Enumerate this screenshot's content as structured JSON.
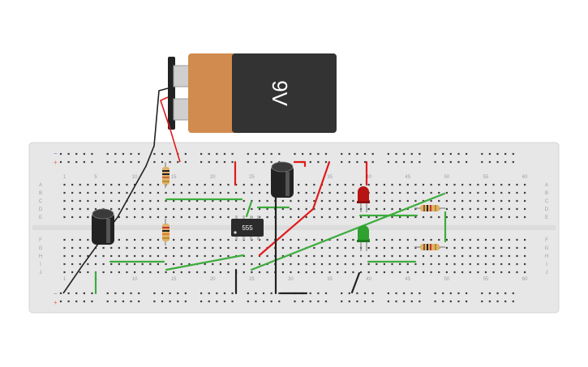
{
  "battery": {
    "label": "9V"
  },
  "chip": {
    "label": "555"
  },
  "breadboard": {
    "col_numbers": [
      "1",
      "5",
      "10",
      "15",
      "20",
      "25",
      "30",
      "35",
      "40",
      "45",
      "50",
      "55",
      "60"
    ],
    "col_number_positions": [
      1,
      5,
      10,
      15,
      20,
      25,
      30,
      35,
      40,
      45,
      50,
      55,
      60
    ],
    "rows_top": [
      "A",
      "B",
      "C",
      "D",
      "E"
    ],
    "rows_bottom": [
      "F",
      "G",
      "H",
      "I",
      "J"
    ],
    "rail_minus": "−",
    "rail_plus": "+"
  },
  "colors": {
    "board": "#e7e7e7",
    "hole": "#3c3c3c",
    "battery_body": "#333333",
    "battery_band": "#d18b4f",
    "wire_red": "#e01b1b",
    "wire_green": "#3cac3c",
    "wire_black": "#222222",
    "led_red": "#b81414",
    "led_green": "#2ea12e",
    "rail_red": "#e8625e",
    "rail_blue": "#5a86c8",
    "resistor": "#e0b06a"
  }
}
